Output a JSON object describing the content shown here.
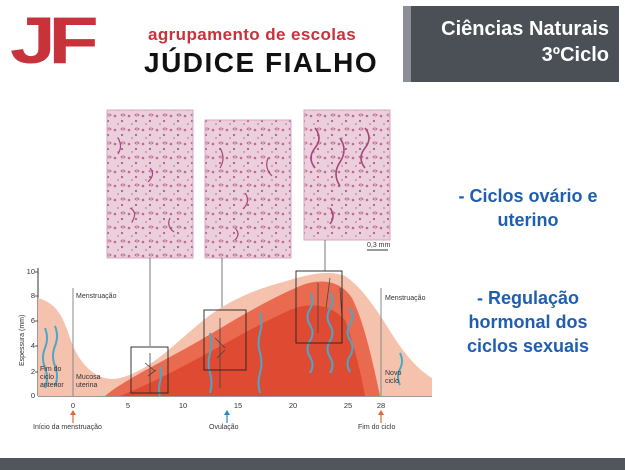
{
  "logo": {
    "mark": "JF",
    "line1": "agrupamento de escolas",
    "line2": "JÚDICE FIALHO",
    "mark_color": "#c8323a",
    "line1_color": "#c8323a",
    "line2_color": "#111111"
  },
  "title": {
    "line1": "Ciências Naturais",
    "line2": "3ºCiclo"
  },
  "bullets": [
    {
      "line1": "- Ciclos ovário e",
      "line2": "uterino"
    },
    {
      "line1": "- Regulação",
      "line2": "hormonal dos",
      "line3": "ciclos sexuais"
    }
  ],
  "figure": {
    "scale_label": "0,3 mm",
    "y_axis_label": "Espessura (mm)",
    "y_ticks": [
      "0",
      "2",
      "4",
      "6",
      "8",
      "10"
    ],
    "x_ticks": [
      "0",
      "5",
      "10",
      "15",
      "20",
      "25",
      "28"
    ],
    "labels": {
      "menstruacao_left": "Menstruação",
      "menstruacao_right": "Menstruação",
      "fim_ciclo_anterior_1": "Fim do",
      "fim_ciclo_anterior_2": "ciclo",
      "fim_ciclo_anterior_3": "anterior",
      "mucosa_1": "Mucosa",
      "mucosa_2": "uterina",
      "novo_ciclo_1": "Novo",
      "novo_ciclo_2": "ciclo",
      "inicio": "Início da menstruação",
      "ovulacao": "Ovulação",
      "fim_ciclo": "Fim do ciclo"
    },
    "colors": {
      "tissue_pink": "#f3b8a2",
      "tissue_red": "#e2452d",
      "gland_blue": "#4aa7c9",
      "micrograph": "#e6b6cb"
    }
  }
}
